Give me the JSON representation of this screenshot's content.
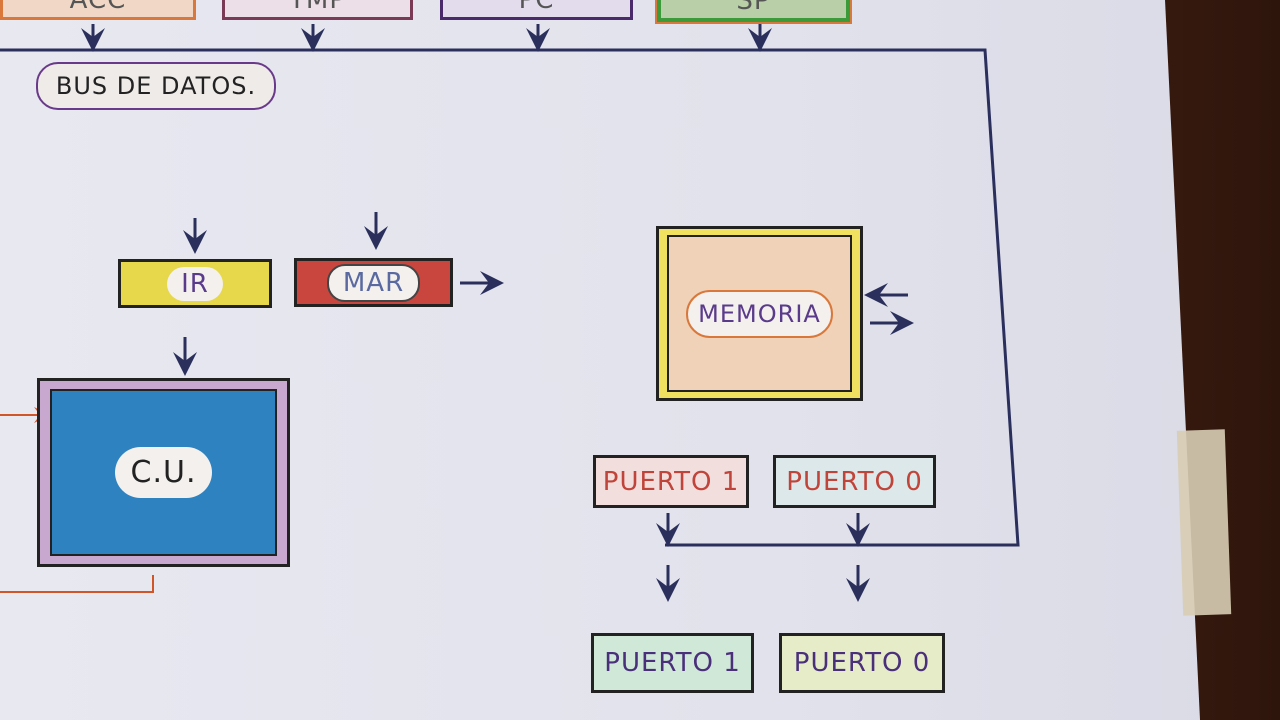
{
  "top_registers": [
    {
      "label": "ACC"
    },
    {
      "label": "TMP"
    },
    {
      "label": "PC"
    },
    {
      "label": "SP"
    }
  ],
  "bus_label": "BUS DE DATOS.",
  "ir": {
    "label": "IR"
  },
  "mar": {
    "label": "MAR"
  },
  "cu": {
    "label": "C.U."
  },
  "memory": {
    "label": "MEMORIA"
  },
  "ports_upper": [
    {
      "label": "PUERTO 1"
    },
    {
      "label": "PUERTO 0"
    }
  ],
  "ports_lower": [
    {
      "label": "PUERTO 1"
    },
    {
      "label": "PUERTO 0"
    }
  ],
  "colors": {
    "bus": "#2a2f5c",
    "arrow": "#2a2f5c",
    "orange_line": "#d2552a"
  }
}
